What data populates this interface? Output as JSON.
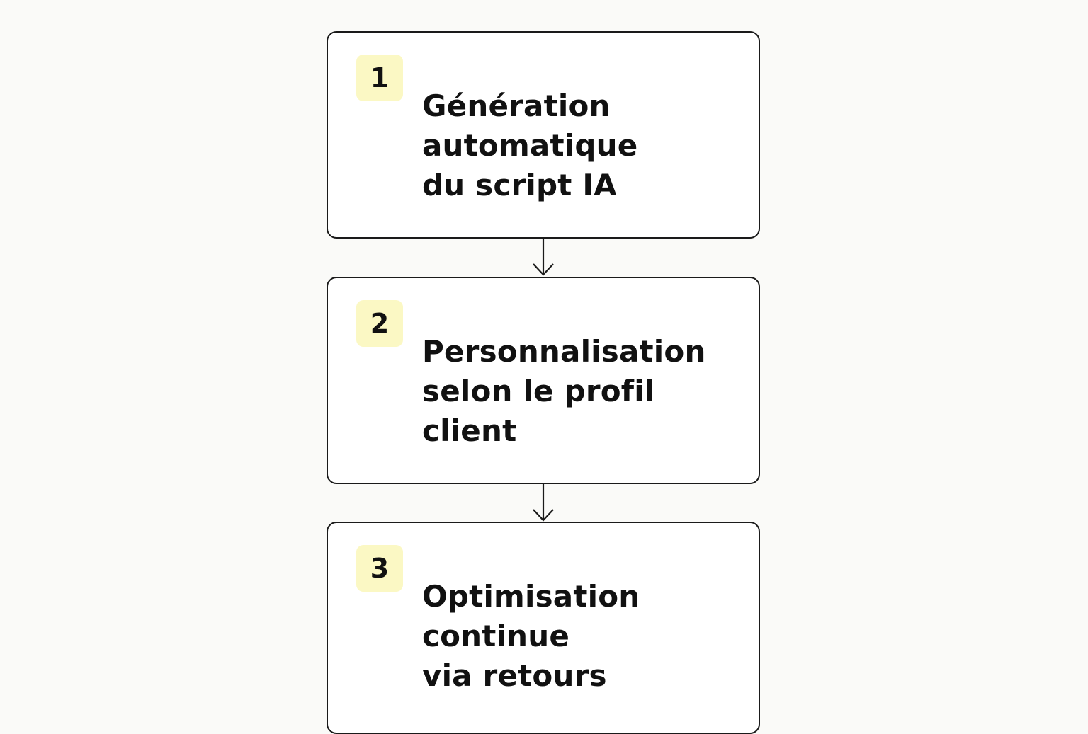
{
  "steps": [
    {
      "number": "1",
      "label": "Génération\nautomatique\ndu script IA"
    },
    {
      "number": "2",
      "label": "Personnalisation\nselon le profil\nclient"
    },
    {
      "number": "3",
      "label": "Optimisation\ncontinue\nvia retours"
    }
  ],
  "colors": {
    "badge_fill": "#fbf8c4",
    "border": "#1a1a1a",
    "background": "#fafaf8"
  }
}
